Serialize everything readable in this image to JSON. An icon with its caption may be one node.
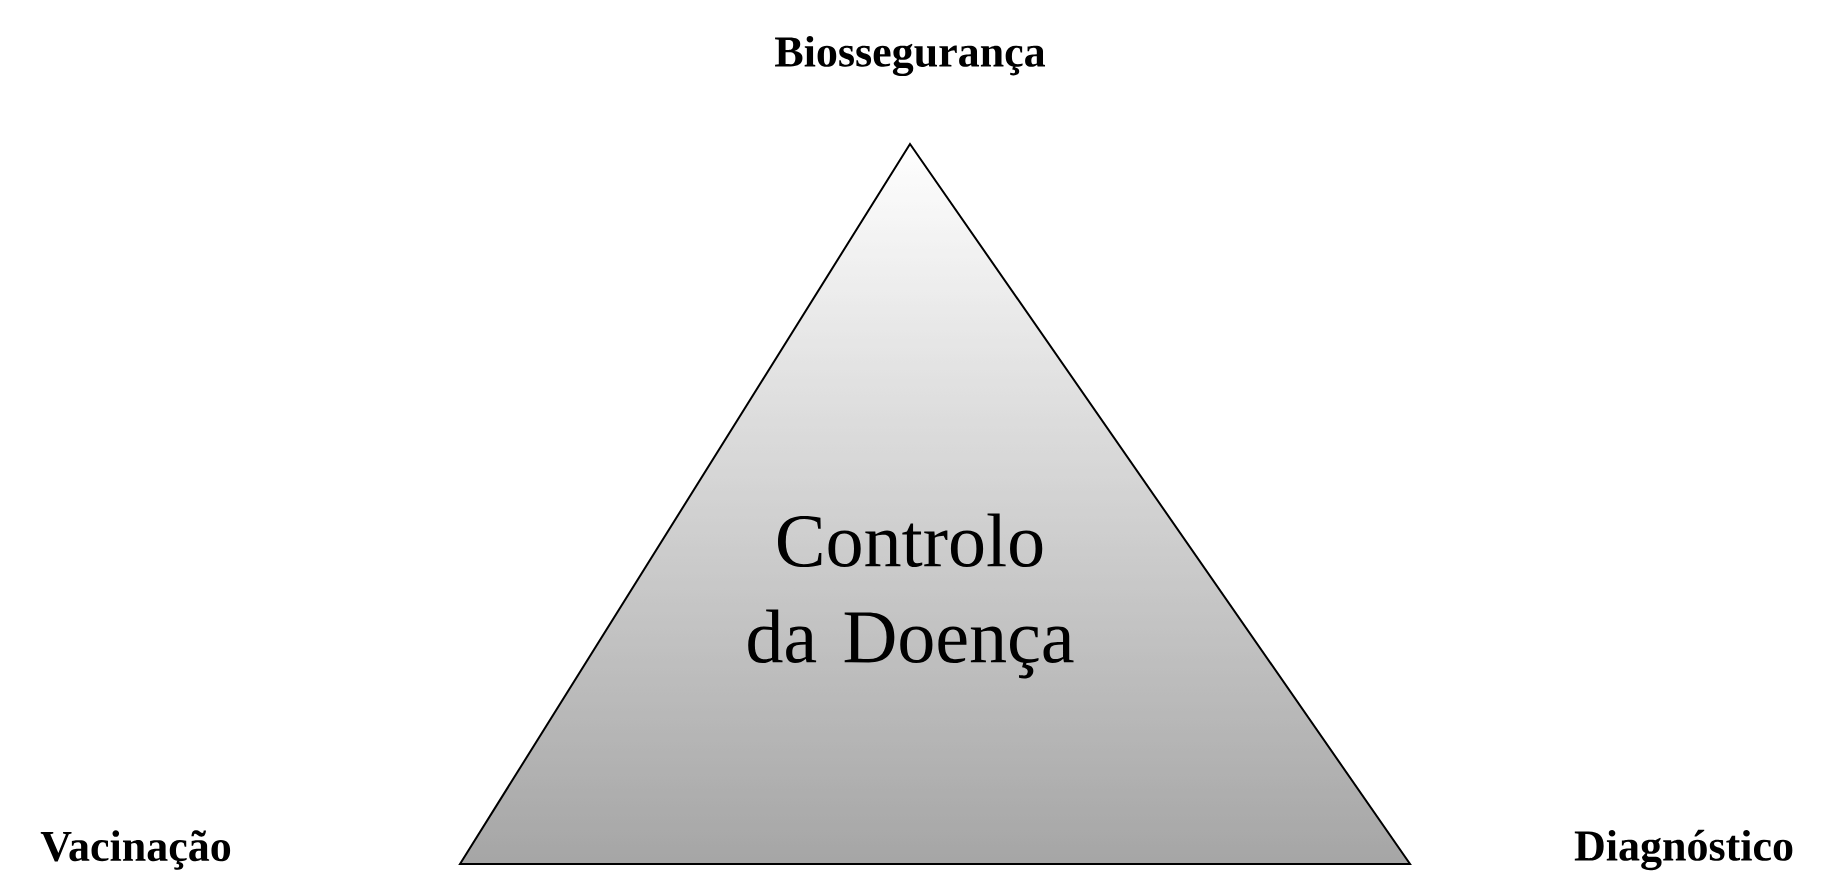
{
  "diagram": {
    "nodes": [
      {
        "text": [
          "Controlo da Doença"
        ]
      }
    ],
    "labels": [
      "Biossegurança",
      "Vacinação",
      "Diagnóstico"
    ]
  }
}
